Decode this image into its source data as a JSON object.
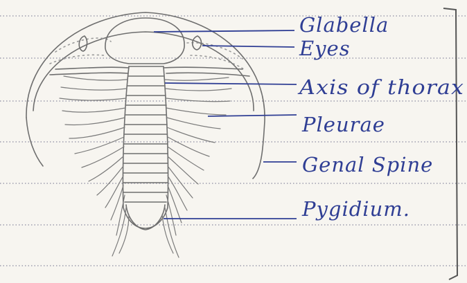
{
  "diagram": {
    "labels": {
      "glabella": "Glabella",
      "eyes": "Eyes",
      "axis_of_thorax": "Axis of thorax",
      "pleurae": "Pleurae",
      "genal_spine": "Genal Spine",
      "pygidium": "Pygidium."
    }
  },
  "colors": {
    "ink": "#2f3e94",
    "pencil": "#6e6e6e",
    "paper": "#f7f5f0",
    "ruled_dots": "#8a8aa0"
  }
}
